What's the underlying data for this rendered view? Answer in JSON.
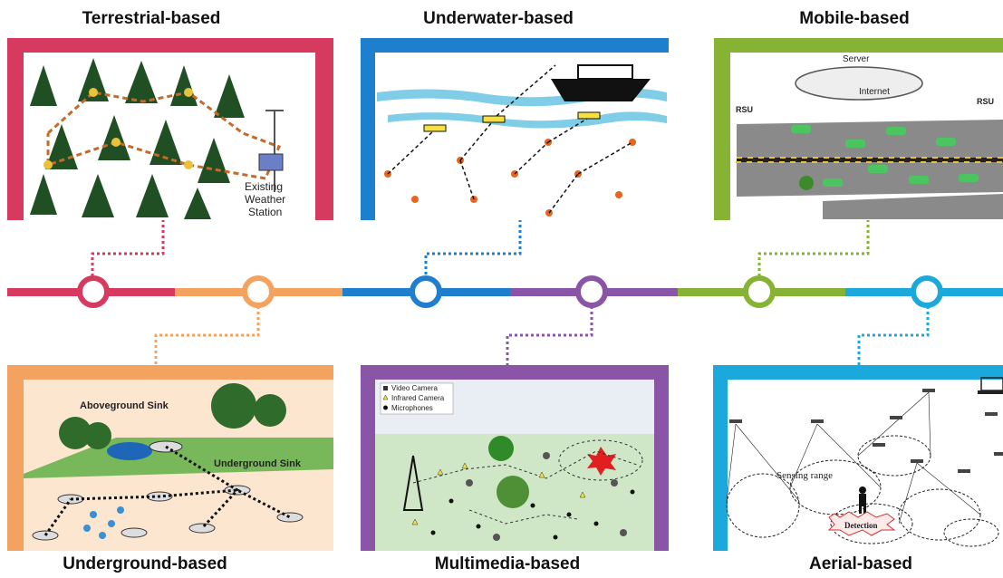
{
  "titles": {
    "terrestrial": "Terrestrial-based",
    "underwater": "Underwater-based",
    "mobile": "Mobile-based",
    "underground": "Underground-based",
    "multimedia": "Multimedia-based",
    "aerial": "Aerial-based"
  },
  "colors": {
    "terrestrial": "#d63a5f",
    "underground": "#f3a35f",
    "underwater": "#1f7fcf",
    "multimedia": "#8a55a6",
    "mobile": "#86b333",
    "aerial": "#1ba9dc"
  },
  "terrestrial": {
    "station_l1": "Existing",
    "station_l2": "Weather",
    "station_l3": "Station"
  },
  "underground": {
    "above_sink": "Aboveground Sink",
    "under_sink": "Underground Sink"
  },
  "mobile": {
    "server": "Server",
    "internet": "Internet",
    "rsu_left": "RSU",
    "rsu_right": "RSU"
  },
  "multimedia": {
    "legend_video": "Video Camera",
    "legend_infrared": "Infrared Camera",
    "legend_mic": "Microphones"
  },
  "aerial": {
    "sensing": "Sensing range",
    "detection": "Detection"
  }
}
